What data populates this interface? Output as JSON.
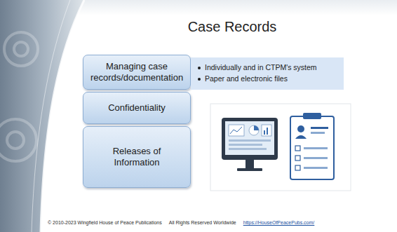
{
  "diagram": {
    "title": "Case Records",
    "nodes": [
      {
        "text": [
          "Managing case records/documentation"
        ]
      },
      {
        "text": [
          "Individually and in CTPM's system",
          "Paper and electronic files"
        ]
      },
      {
        "text": [
          "Confidentiality"
        ]
      },
      {
        "text": [
          "Releases of Information"
        ]
      }
    ],
    "labels": [
      "© 2010-2023 Wingfield House of Peace Publications",
      "All Rights Reserved Worldwide",
      "https://HouseOfPeacePubs.com/"
    ]
  }
}
